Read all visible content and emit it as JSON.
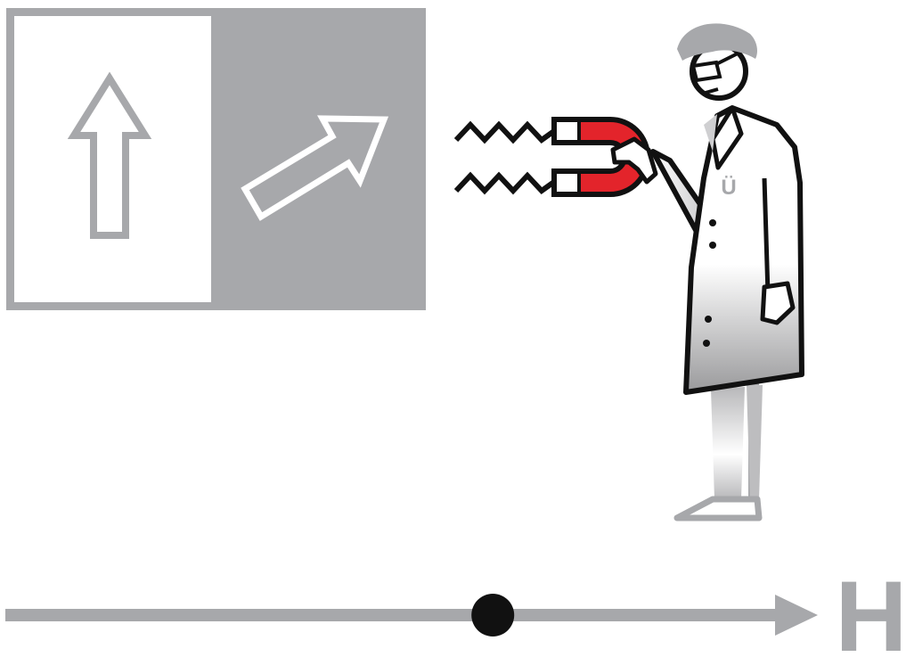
{
  "domains": {
    "left_domain": {
      "moment_direction": "up",
      "fill": "#ffffff"
    },
    "right_domain": {
      "moment_direction": "up-right",
      "fill": "#a7a8ab"
    }
  },
  "magnet": {
    "north_color": "#e3242b",
    "south_color": "#ffffff"
  },
  "scientist": {
    "badge_glyph": "Ü"
  },
  "field_axis": {
    "label": "H",
    "marker_position_fraction": 0.6
  },
  "colors": {
    "gray": "#a7a8ab",
    "black": "#111111",
    "red": "#e3242b",
    "white": "#ffffff"
  }
}
